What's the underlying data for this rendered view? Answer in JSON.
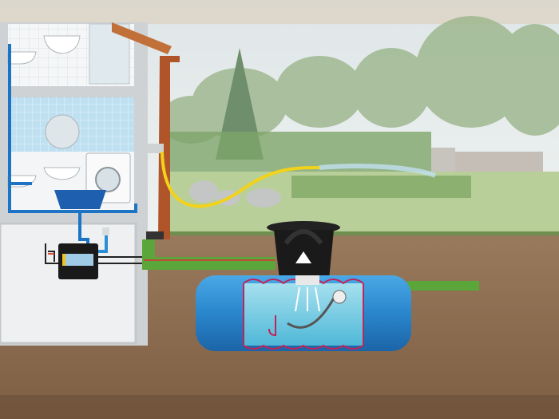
{
  "colors": {
    "sky": "#e6eef0",
    "lawn": "#b9cf9a",
    "soil": "#8a6a4e",
    "tank": "#2f8fd0",
    "tank_water": "#8fd3e6",
    "pipe_green": "#5aa63a",
    "downpipe": "#b0552a",
    "hose": "#f2d21a",
    "wall": "#d8d8d8",
    "tile_blue": "#b9dcef"
  },
  "icons": [
    "house-cutaway",
    "downpipe",
    "filter-pump",
    "underground-tank",
    "garden-hose",
    "sink",
    "toilet",
    "washing-machine"
  ]
}
